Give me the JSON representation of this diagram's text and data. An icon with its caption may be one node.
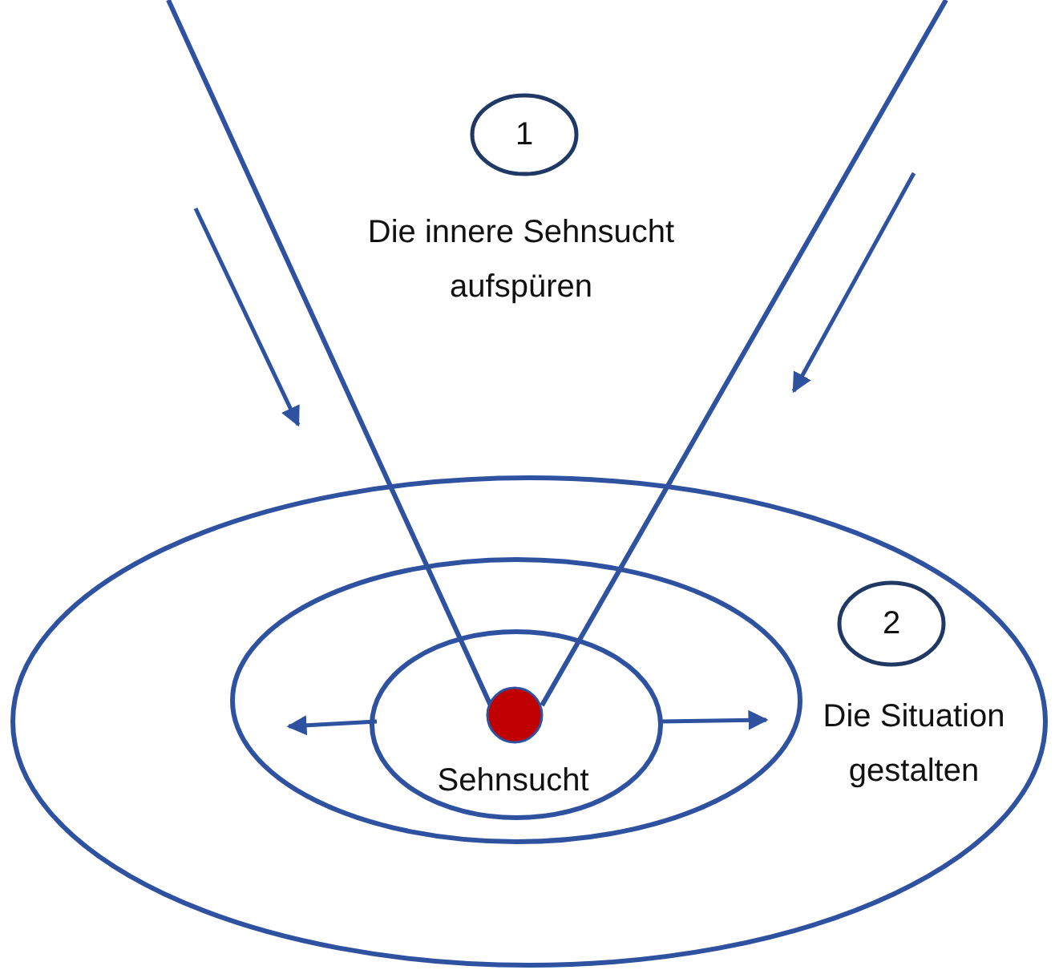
{
  "diagram": {
    "nodes": [
      {
        "text": [
          "1"
        ]
      },
      {
        "text": [
          "2"
        ]
      }
    ],
    "labels": [
      "Die innere Sehnsucht aufspüren",
      "Sehnsucht",
      "Die Situation gestalten"
    ]
  }
}
